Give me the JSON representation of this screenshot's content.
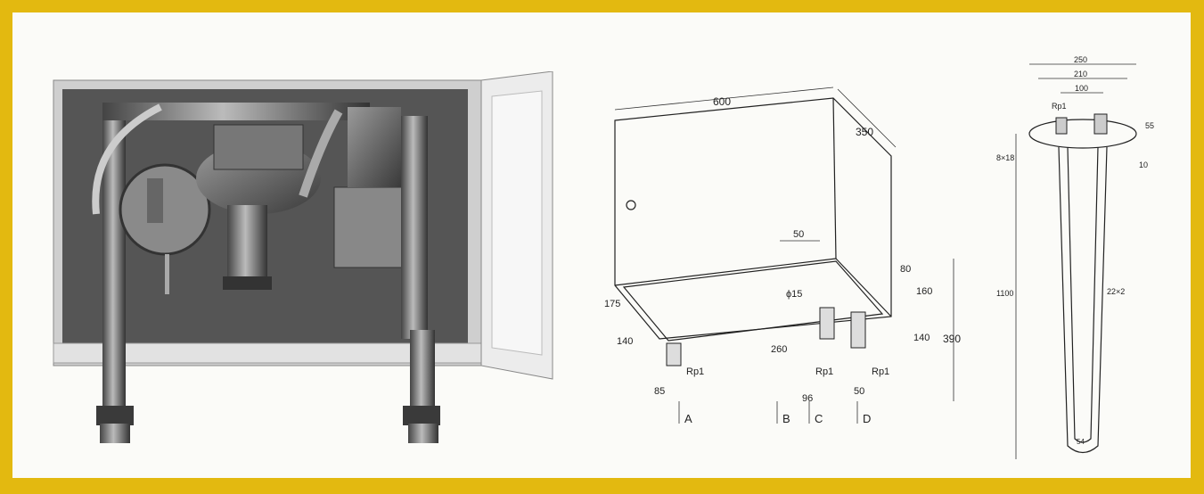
{
  "colors": {
    "frame": "#e3b910",
    "panel": "#fbfbf8"
  },
  "photo": {
    "icon": "gas-meter-cabinet-photo"
  },
  "drawing_box": {
    "dims": {
      "width": "600",
      "depth": "350",
      "height": "390",
      "d50_top": "50",
      "d80": "80",
      "d160": "160",
      "d140_right": "140",
      "d175": "175",
      "d140_left": "140",
      "d260": "260",
      "phi15": "ϕ15",
      "d85": "85",
      "d96": "96",
      "d50_bottom": "50",
      "rp1_a": "Rp1",
      "rp1_b": "Rp1",
      "rp1_c": "Rp1"
    },
    "ports": {
      "a": "A",
      "b": "B",
      "c": "C",
      "d": "D"
    }
  },
  "drawing_probe": {
    "dims": {
      "d250": "250",
      "d210": "210",
      "d100": "100",
      "rp1": "Rp1",
      "d55": "55",
      "d8x18": "8×18",
      "d10": "10",
      "d1100": "1100",
      "d22x2": "22×2",
      "d54": "54"
    }
  }
}
